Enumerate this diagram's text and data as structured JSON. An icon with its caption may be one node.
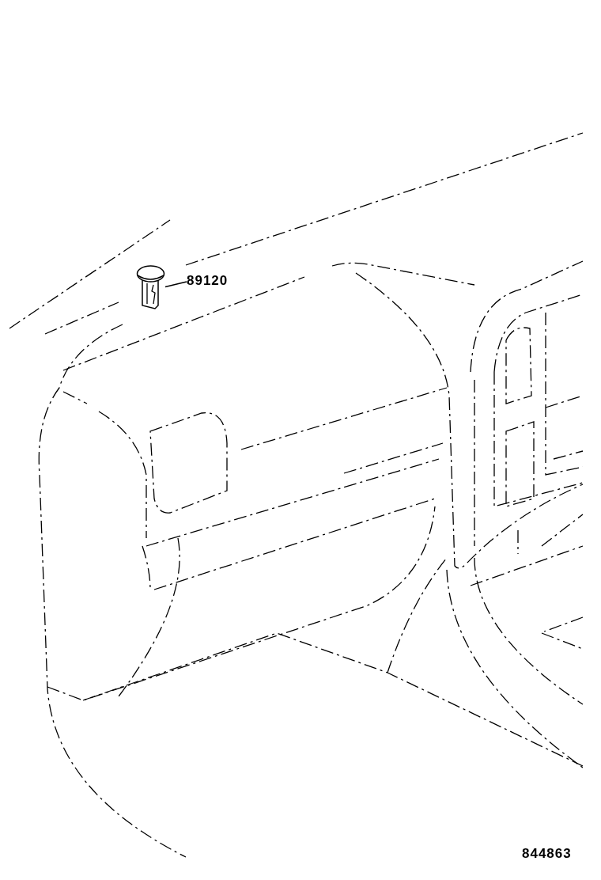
{
  "diagram": {
    "nodes": [
      {
        "text": [
          "89120"
        ]
      },
      {
        "text": [],
        "shape": "picture"
      }
    ],
    "edges": [
      {
        "from": 0,
        "to": 1,
        "arrow": "none"
      }
    ],
    "labels": [
      "844863"
    ]
  }
}
